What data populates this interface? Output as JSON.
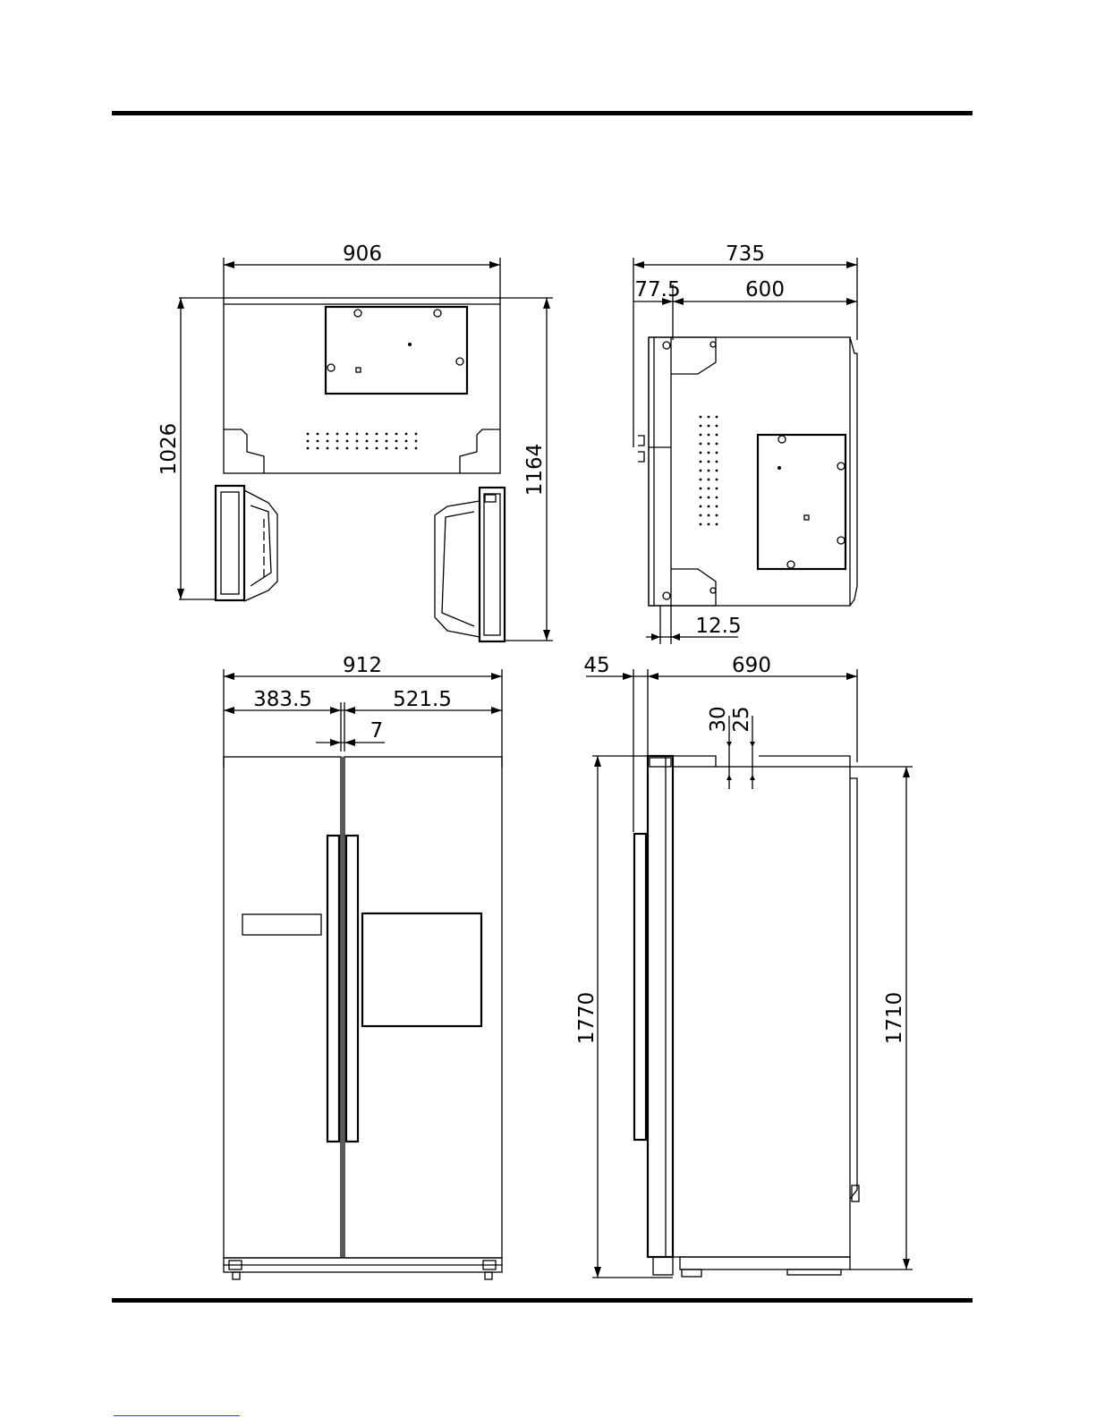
{
  "drawing": {
    "top_view_freezer_left": {
      "width": "906",
      "depth_closed": "1026",
      "depth_open": "1164"
    },
    "top_view_right": {
      "overall_depth": "735",
      "door_depth": "77.5",
      "cabinet_depth": "600",
      "offset": "12.5"
    },
    "front_view": {
      "overall_width": "912",
      "left_door": "383.5",
      "right_door": "521.5",
      "gap": "7",
      "height": "1770"
    },
    "side_view": {
      "door": "45",
      "cabinet_depth": "690",
      "hinge_1": "30",
      "hinge_2": "25",
      "cabinet_height": "1710"
    }
  },
  "colors": {
    "ink": "#000000",
    "paper": "#ffffff",
    "link": "#2b3fd6"
  }
}
